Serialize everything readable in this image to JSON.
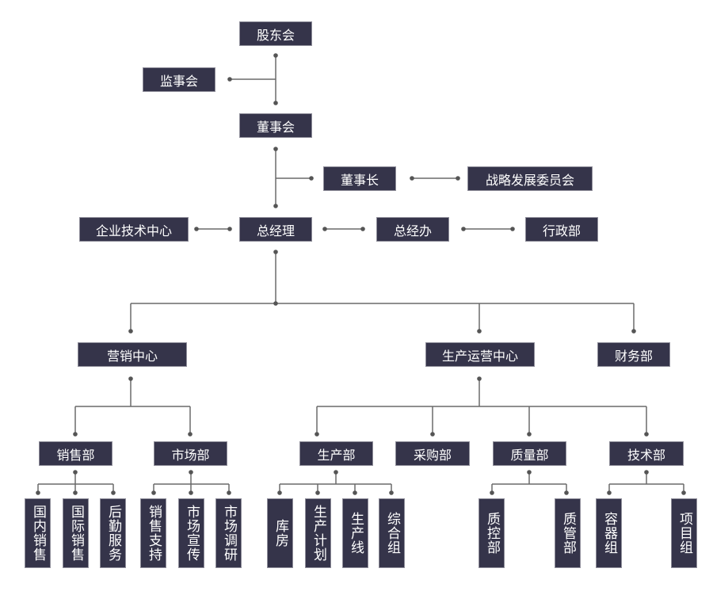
{
  "nodes": {
    "shareholders": "股东会",
    "supervisors": "监事会",
    "board": "董事会",
    "chairman": "董事长",
    "strategy_committee": "战略发展委员会",
    "enterprise_tech_center": "企业技术中心",
    "general_manager": "总经理",
    "gm_office": "总经办",
    "admin_dept": "行政部",
    "marketing_center": "营销中心",
    "production_ops_center": "生产运营中心",
    "finance_dept": "财务部",
    "sales_dept": "销售部",
    "market_dept": "市场部",
    "production_dept": "生产部",
    "purchasing_dept": "采购部",
    "quality_dept": "质量部",
    "technology_dept": "技术部",
    "domestic_sales": "国内销售",
    "international_sales": "国际销售",
    "logistics_service": "后勤服务",
    "sales_support": "销售支持",
    "market_promotion": "市场宣传",
    "market_research": "市场调研",
    "warehouse": "库房",
    "production_planning": "生产计划",
    "production_line": "生产线",
    "general_group": "综合组",
    "quality_control": "质控部",
    "quality_management": "质管部",
    "container_group": "容器组",
    "project_group": "项目组"
  },
  "colors": {
    "box": "#35344a",
    "line": "#6a6a6a"
  }
}
